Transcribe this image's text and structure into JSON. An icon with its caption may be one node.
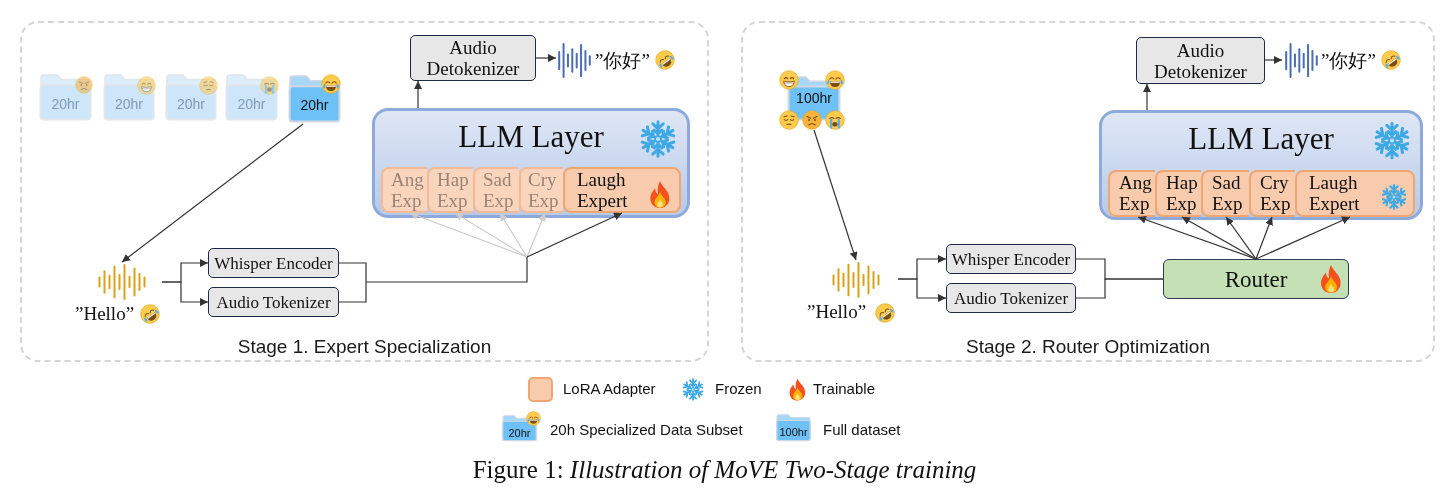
{
  "diagram": {
    "caption": "Figure 1: *Illustration of MoVE Two-Stage training*",
    "nodes": [
      {
        "text": [
          "Stage 1. Expert Specialization"
        ]
      },
      {
        "text": [
          "20hr"
        ],
        "in": 0
      },
      {
        "text": [
          "20hr"
        ],
        "in": 0
      },
      {
        "text": [
          "20hr"
        ],
        "in": 0
      },
      {
        "text": [
          "20hr"
        ],
        "in": 0
      },
      {
        "text": [
          "20hr"
        ],
        "in": 0
      },
      {
        "text": [
          "Audio Detokenizer"
        ],
        "in": 0
      },
      {
        "text": [
          "”你好”"
        ],
        "in": 0
      },
      {
        "text": [
          "LLM Layer"
        ],
        "in": 0
      },
      {
        "text": [
          "Ang Exp"
        ],
        "in": 8
      },
      {
        "text": [
          "Hap Exp"
        ],
        "in": 8
      },
      {
        "text": [
          "Sad Exp"
        ],
        "in": 8
      },
      {
        "text": [
          "Cry Exp"
        ],
        "in": 8
      },
      {
        "text": [
          "Laugh Expert"
        ],
        "in": 8
      },
      {
        "text": [
          "”Hello”"
        ],
        "in": 0
      },
      {
        "text": [
          "Whisper Encoder"
        ],
        "in": 0
      },
      {
        "text": [
          "Audio Tokenizer"
        ],
        "in": 0
      },
      {
        "text": [
          "Stage 2. Router Optimization"
        ]
      },
      {
        "text": [
          "100hr"
        ],
        "in": 17
      },
      {
        "text": [
          "Audio Detokenizer"
        ],
        "in": 17
      },
      {
        "text": [
          "”你好”"
        ],
        "in": 17
      },
      {
        "text": [
          "LLM Layer"
        ],
        "in": 17
      },
      {
        "text": [
          "Ang Exp"
        ],
        "in": 21
      },
      {
        "text": [
          "Hap Exp"
        ],
        "in": 21
      },
      {
        "text": [
          "Sad Exp"
        ],
        "in": 21
      },
      {
        "text": [
          "Cry Exp"
        ],
        "in": 21
      },
      {
        "text": [
          "Laugh Expert"
        ],
        "in": 21
      },
      {
        "text": [
          "”Hello”"
        ],
        "in": 17
      },
      {
        "text": [
          "Whisper Encoder"
        ],
        "in": 17
      },
      {
        "text": [
          "Audio Tokenizer"
        ],
        "in": 17
      },
      {
        "text": [
          "Router"
        ],
        "in": 17
      }
    ],
    "edges": [
      {
        "from": 5,
        "to": 14,
        "arrow": "to"
      },
      {
        "from": 14,
        "to": 15,
        "arrow": "to"
      },
      {
        "from": 14,
        "to": 16,
        "arrow": "to"
      },
      {
        "from": 15,
        "to": 13,
        "arrow": "to"
      },
      {
        "from": 16,
        "to": 13,
        "arrow": "to"
      },
      {
        "from": null,
        "to": 9,
        "arrow": "to",
        "color": "#cccccc"
      },
      {
        "from": null,
        "to": 10,
        "arrow": "to",
        "color": "#cccccc"
      },
      {
        "from": null,
        "to": 11,
        "arrow": "to",
        "color": "#cccccc"
      },
      {
        "from": null,
        "to": 12,
        "arrow": "to",
        "color": "#cccccc"
      },
      {
        "from": 8,
        "to": 6,
        "arrow": "to"
      },
      {
        "from": 6,
        "to": 7,
        "arrow": "to"
      },
      {
        "from": 18,
        "to": 27,
        "arrow": "to"
      },
      {
        "from": 27,
        "to": 28,
        "arrow": "to"
      },
      {
        "from": 27,
        "to": 29,
        "arrow": "to"
      },
      {
        "from": 28,
        "to": 30,
        "arrow": "none"
      },
      {
        "from": 29,
        "to": 30,
        "arrow": "none"
      },
      {
        "from": 30,
        "to": 22,
        "arrow": "to"
      },
      {
        "from": 30,
        "to": 23,
        "arrow": "to"
      },
      {
        "from": 30,
        "to": 24,
        "arrow": "to"
      },
      {
        "from": 30,
        "to": 25,
        "arrow": "to"
      },
      {
        "from": 30,
        "to": 26,
        "arrow": "to"
      },
      {
        "from": 21,
        "to": 19,
        "arrow": "to"
      },
      {
        "from": 19,
        "to": 20,
        "arrow": "to"
      }
    ],
    "labels": [
      "20hr",
      "100hr"
    ],
    "legend": [
      {
        "text": "LoRA Adapter",
        "color": "#f8cbad"
      },
      {
        "text": "Frozen"
      },
      {
        "text": "Trainable"
      },
      {
        "text": "20h Specialized Data Subset"
      },
      {
        "text": "Full dataset"
      }
    ]
  }
}
